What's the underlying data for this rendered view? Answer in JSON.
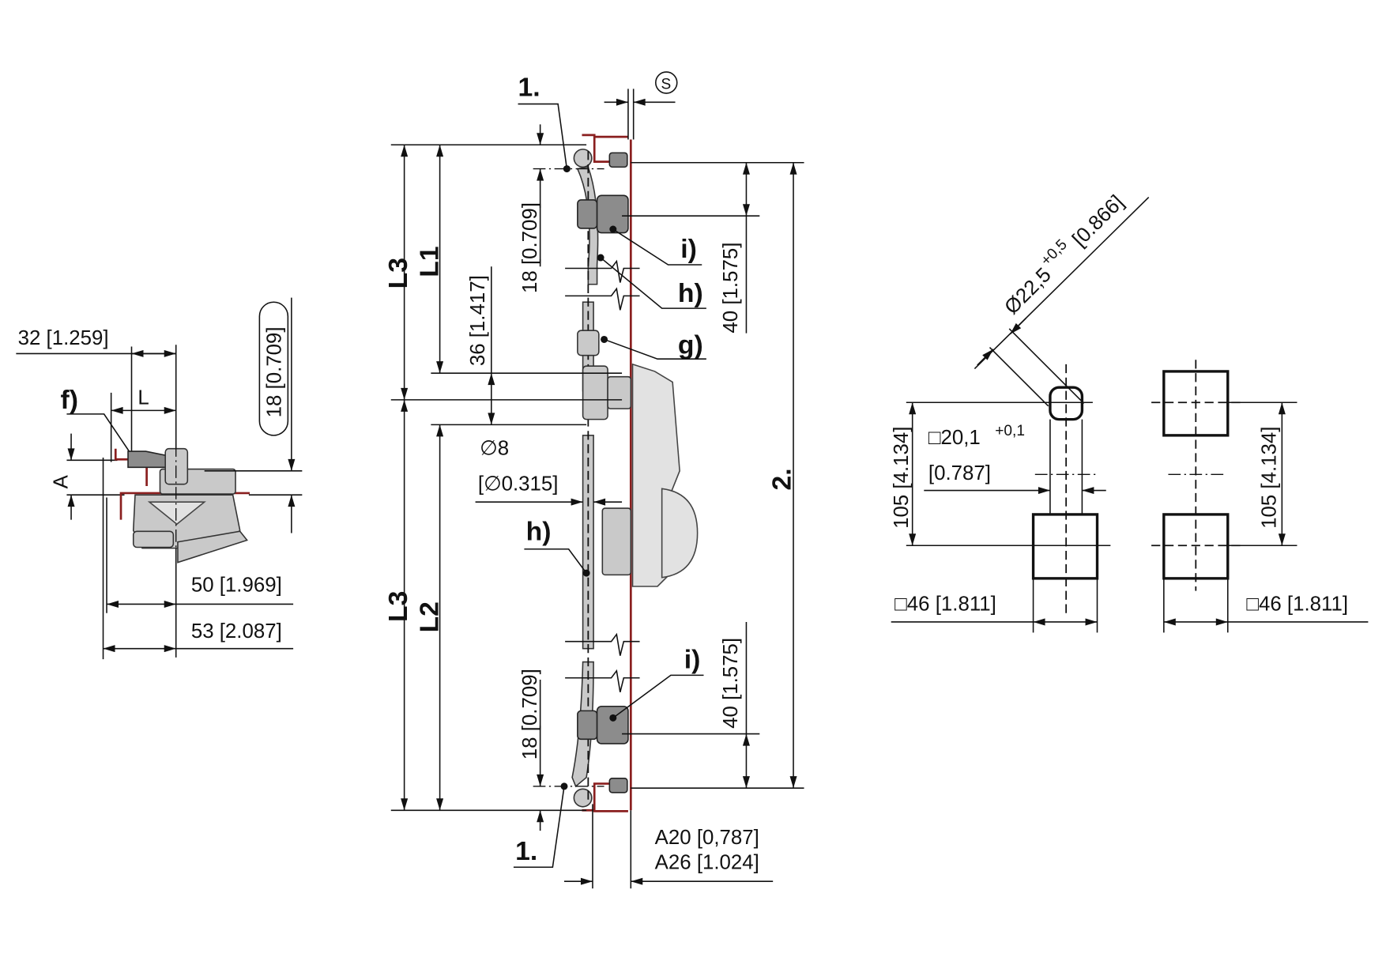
{
  "side_view": {
    "dim_32": "32 [1.259]",
    "dim_L": "L",
    "label_f": "f)",
    "dim_A": "A",
    "dim_18": "18 [0.709]",
    "dim_50": "50 [1.969]",
    "dim_53": "53 [2.087]"
  },
  "front_view": {
    "callout_1_top": "1.",
    "symbol_s": "S",
    "dim_L3_top": "L3",
    "dim_L1": "L1",
    "dim_L3_bottom": "L3",
    "dim_L2": "L2",
    "dim_18_top": "18 [0.709]",
    "dim_36": "36 [1.417]",
    "dim_40_top": "40 [1.575]",
    "label_i_top": "i)",
    "label_h_top": "h)",
    "label_g": "g)",
    "dim_2": "2.",
    "dim_dia8": "∅8",
    "dim_dia8_in": "[∅0.315]",
    "label_h_bottom": "h)",
    "label_i_bottom": "i)",
    "dim_40_bottom": "40 [1.575]",
    "dim_18_bottom": "18 [0.709]",
    "callout_1_bottom": "1.",
    "dim_A20": "A20 [0,787]",
    "dim_A26": "A26 [1.024]"
  },
  "cutout_view": {
    "dim_dia22": "Ø22,5",
    "dim_dia22_tol": "+0,5",
    "dim_dia22_in": "[0.866]",
    "dim_sq20": "□20,1",
    "dim_sq20_tol": "+0,1",
    "dim_sq20_in": "[0.787]",
    "dim_105_left": "105 [4.134]",
    "dim_105_right": "105 [4.134]",
    "dim_sq46_left": "□46 [1.811]",
    "dim_sq46_right": "□46 [1.811]"
  }
}
